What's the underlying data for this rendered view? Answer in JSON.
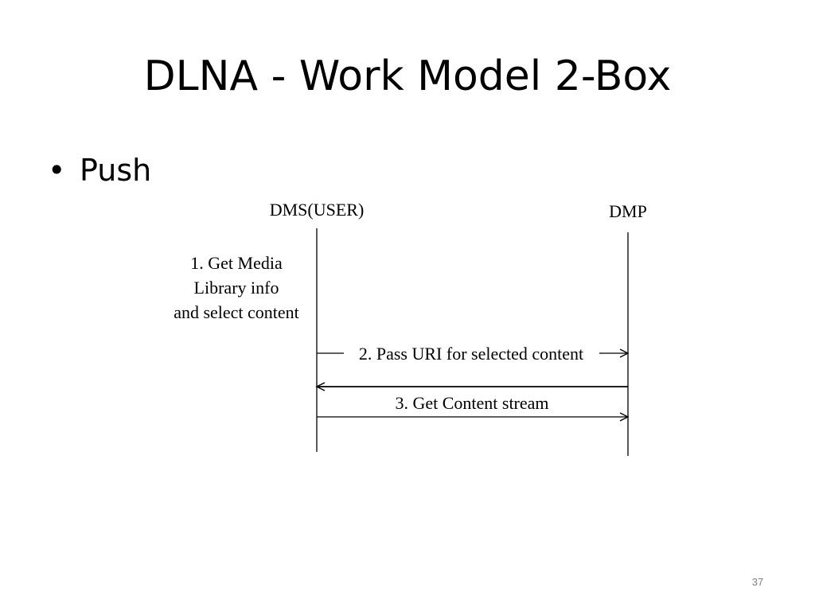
{
  "slide": {
    "title": "DLNA - Work Model 2-Box",
    "bullet_symbol": "•",
    "bullet": "Push",
    "page_number": "37"
  },
  "diagram": {
    "lifelines": [
      {
        "label": "DMS(USER)"
      },
      {
        "label": "DMP"
      }
    ],
    "note_lines": [
      "1. Get Media",
      "Library info",
      "and select content"
    ],
    "messages": [
      {
        "label": "2. Pass URI for selected content",
        "direction": "right"
      },
      {
        "label": "",
        "direction": "left"
      },
      {
        "label": "3. Get Content stream",
        "direction": "right"
      }
    ]
  }
}
